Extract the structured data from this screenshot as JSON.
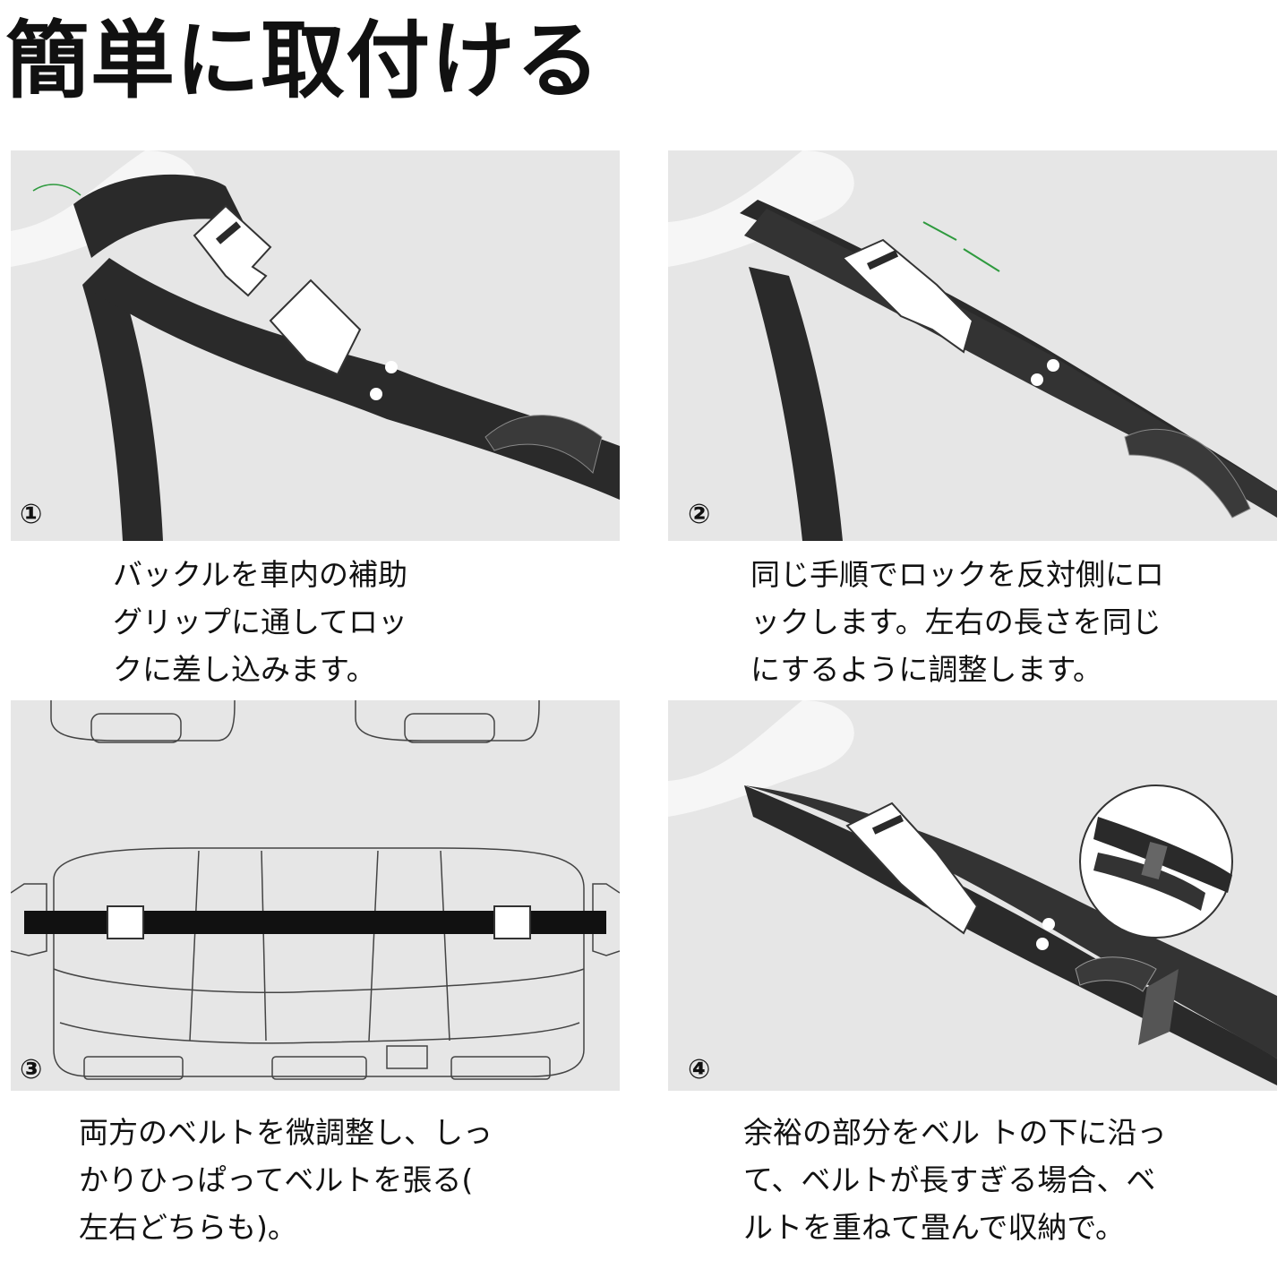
{
  "title": "簡単に取付ける",
  "steps": [
    {
      "number": "①",
      "caption": "バックルを車内の補助\nグリップに通してロッ\nクに差し込みます。"
    },
    {
      "number": "②",
      "caption": "同じ手順でロックを反対側にロ\nックします。左右の長さを同じ\nにするように調整します。"
    },
    {
      "number": "③",
      "caption": "両方のベルトを微調整し、しっ\nかりひっぱってベルトを張る(\n左右どちらも)。"
    },
    {
      "number": "④",
      "caption": "余裕の部分をベル トの下に沿っ\nて、ベルトが長すぎる場合、ベ\nルトを重ねて畳んで収納で。"
    }
  ],
  "colors": {
    "panel_bg": "#e6e6e6",
    "belt": "#2a2a2a",
    "buckle": "#ffffff",
    "arrow": "#2e9a3e"
  },
  "icons": [
    "buckle-icon",
    "seat-icon",
    "magnifier-circle-icon"
  ]
}
